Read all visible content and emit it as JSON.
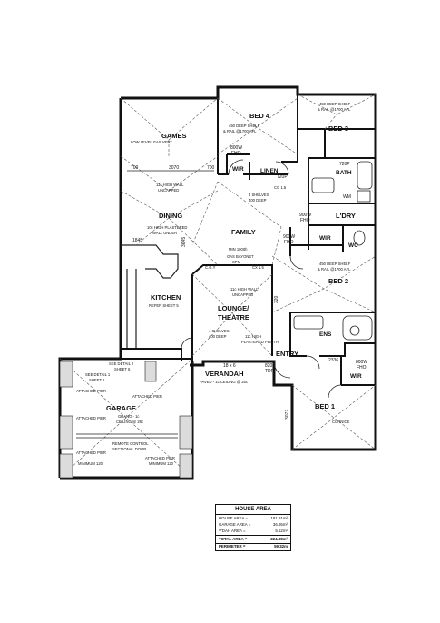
{
  "rooms": {
    "games": "GAMES",
    "dining": "DINING",
    "family": "FAMILY",
    "kitchen": "KITCHEN",
    "lounge": "LOUNGE/\nTHEATRE",
    "lounge_1": "LOUNGE/",
    "lounge_2": "THEATRE",
    "garage": "GARAGE",
    "verandah": "VERANDAH",
    "entry": "ENTRY",
    "bed1": "BED 1",
    "bed2": "BED 2",
    "bed3": "BED 3",
    "bed4": "BED 4",
    "linen": "LINEN",
    "bath": "BATH",
    "ldry": "L'DRY",
    "wc": "WC",
    "ens": "ENS",
    "wir_bed4": "WIR",
    "wir_bed2": "WIR",
    "wir_bed1": "WIR"
  },
  "notes": {
    "low_level_gas_vent": "LOW LEVEL GAS VENT",
    "games_wall_1": "11c HIGH WALL",
    "games_wall_2": "UNCAPPED",
    "dining_wall_1": "10c HIGH PLASTERED",
    "dining_wall_2": "WALL UNDER",
    "kitchen_ref": "REFER SHEET 5",
    "family_shelves_1": "4 SHELVES",
    "family_shelves_2": "400 DEEP",
    "family_min": "MIN 1000h",
    "gas_bayonet_1": "GAS BAYONET",
    "gas_bayonet_2": "SPM",
    "lounge_wall_1": "11c HIGH WALL",
    "lounge_wall_2": "UNCAPPED",
    "lounge_shelves_1": "4 SHELVES",
    "lounge_shelves_2": "400 DEEP",
    "plinth_1": "11c HIGH",
    "plinth_2": "PLASTERED PLINTH",
    "verandah_size": "18 x 6",
    "verandah_paved": "PAVED - 1c CEILING @ 25c",
    "garage_ceiling_1": "GRANO - 1c",
    "garage_ceiling_2": "CEILING @ 28c",
    "see_detail_1": "SEE DETAIL 2",
    "see_detail_1b": "SHEET 6",
    "see_detail_2": "SEE DETAIL 1",
    "see_detail_2b": "SHEET 6",
    "attached_pier_1": "ATTACHED PIER",
    "attached_pier_2": "ATTACHED PIER",
    "attached_pier_3": "ATTACHED PIER",
    "attached_pier_4": "ATTACHED PIER",
    "attached_pier_min_1": "MINIMUM 120",
    "attached_pier_min_2": "MINIMUM 120",
    "sectional_door_1": "REMOTE CONTROL",
    "sectional_door_2": "SECTIONAL DOOR",
    "bed4_shelf_1": "450 DEEP SHELF",
    "bed4_shelf_2": "& RAIL @1700 AFL",
    "bed3_shelf_1": "450 DEEP SHELF",
    "bed3_shelf_2": "& RAIL @1700 AFL",
    "bed2_shelf_1": "450 DEEP SHELF",
    "bed2_shelf_2": "& RAIL @1700 AFL",
    "fho_800w_1": "800W",
    "fho_800w_2": "FHO",
    "fho_900w_1": "900W",
    "fho_900w_2": "FHO",
    "fho_900w_3": "900W",
    "fho_900w_4": "FHO",
    "fho_800w_3": "800W",
    "fho_800w_4": "FHO",
    "cornice": "CORNICE",
    "tdf": "TDF",
    "pdr": "720P",
    "wm": "WM",
    "cg_1": "CG 1.5",
    "cg_2": "C.G.Y",
    "cg_3": "CX 1.5",
    "d_720": "720P",
    "d_820": "820L",
    "dim_700a": "700",
    "dim_3070": "3070",
    "dim_700b": "700",
    "dim_3645": "3645",
    "dim_1845": "1845",
    "dim_3072": "3072",
    "dim_2336": "2336",
    "dim_320": "320"
  },
  "house_area": {
    "title": "HOUSE AREA",
    "house_label": "HOUSE AREA =",
    "house_value": "181.91m²",
    "garage_label": "GARAGE AREA =",
    "garage_value": "36.95m²",
    "vdah_label": "V'DAH AREA =",
    "vdah_value": "5.52m²",
    "total_label": "TOTAL AREA =",
    "total_value": "224.38m²",
    "perimeter_label": "PERIMETER =",
    "perimeter_value": "59.32m"
  }
}
